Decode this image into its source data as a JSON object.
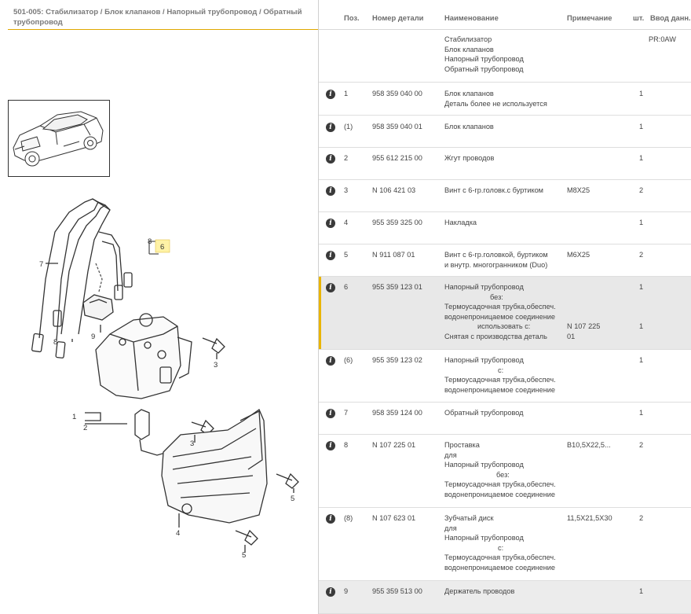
{
  "left": {
    "title": "501-005: Стабилизатор / Блок клапанов / Напорный трубопровод / Обратный трубопровод"
  },
  "callouts": [
    "7",
    "8",
    "9",
    "3",
    "6",
    "1",
    "2",
    "3",
    "4",
    "5",
    "5",
    "8"
  ],
  "columns": {
    "pos": "Поз.",
    "part_number": "Номер детали",
    "name": "Наименование",
    "note": "Примечание",
    "qty": "шт.",
    "intro": "Ввод данн."
  },
  "header_row": {
    "lines": [
      "Стабилизатор",
      "Блок клапанов",
      "Напорный трубопровод",
      "Обратный трубопровод"
    ],
    "intro": "PR:0AW"
  },
  "rows": [
    {
      "pos": "1",
      "num": "958 359 040 00",
      "name": [
        "Блок клапанов",
        "Деталь более не используется"
      ],
      "note": "",
      "qty": "1"
    },
    {
      "pos": "(1)",
      "num": "958 359 040 01",
      "name": [
        "Блок клапанов"
      ],
      "note": "",
      "qty": "1"
    },
    {
      "pos": "2",
      "num": "955 612 215 00",
      "name": [
        "Жгут проводов"
      ],
      "note": "",
      "qty": "1"
    },
    {
      "pos": "3",
      "num": "N   106 421 03",
      "name": [
        "Винт с 6-гр.головк.с буртиком"
      ],
      "note": "M8X25",
      "qty": "2"
    },
    {
      "pos": "4",
      "num": "955 359 325 00",
      "name": [
        "Накладка"
      ],
      "note": "",
      "qty": "1"
    },
    {
      "pos": "5",
      "num": "N   911 087 01",
      "name": [
        "Винт с 6-гр.головкой, буртиком",
        "и внутр. многогранником (Duo)"
      ],
      "note": "M6X25",
      "qty": "2"
    },
    {
      "pos": "6",
      "num": "955 359 123 01",
      "name": [
        "Напорный трубопровод",
        "без:",
        "Термоусадочная трубка,обеспеч.",
        "водонепроницаемое соединение",
        "использовать с:",
        "Снятая с производства деталь"
      ],
      "note": "N   107 225",
      "note2": "01",
      "qty": "1",
      "qty2": "1"
    },
    {
      "pos": "(6)",
      "num": "955 359 123 02",
      "name": [
        "Напорный трубопровод",
        "с:",
        "Термоусадочная трубка,обеспеч.",
        "водонепроницаемое соединение"
      ],
      "note": "",
      "qty": "1"
    },
    {
      "pos": "7",
      "num": "958 359 124 00",
      "name": [
        "Обратный трубопровод"
      ],
      "note": "",
      "qty": "1"
    },
    {
      "pos": "8",
      "num": "N   107 225 01",
      "name": [
        "Проставка",
        "для",
        "Напорный трубопровод",
        "без:",
        "Термоусадочная трубка,обеспеч.",
        "водонепроницаемое соединение"
      ],
      "note": "B10,5X22,5...",
      "qty": "2"
    },
    {
      "pos": "(8)",
      "num": "N   107 623 01",
      "name": [
        "Зубчатый диск",
        "для",
        "Напорный трубопровод",
        "с:",
        "Термоусадочная трубка,обеспеч.",
        "водонепроницаемое соединение"
      ],
      "note": "11,5X21,5X30",
      "qty": "2"
    },
    {
      "pos": "9",
      "num": "955 359 513 00",
      "name": [
        "Держатель проводов"
      ],
      "note": "",
      "qty": "1"
    }
  ]
}
